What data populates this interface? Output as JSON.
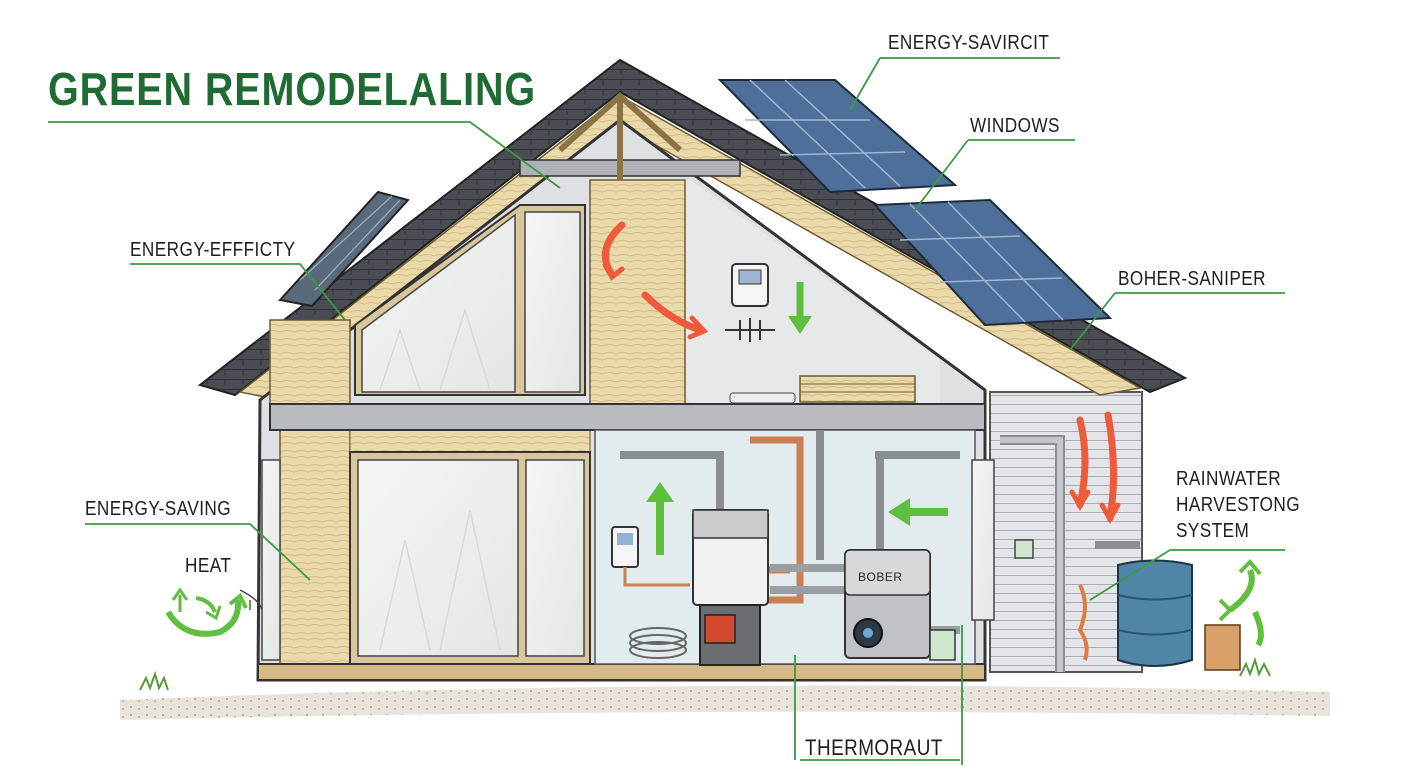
{
  "title": "GREEN REMODELALING",
  "labels": {
    "energy_savircit": "ENERGY-SAVIRCIT",
    "windows": "WINDOWS",
    "energy_efficty": "ENERGY-EFFFICTY",
    "boher_saniper": "BOHER-SANIPER",
    "rainwater_line1": "RAINWATER",
    "rainwater_line2": "HARVESTONG",
    "rainwater_line3": "SYSTEM",
    "energy_saving": "ENERGY-SAVING",
    "heat": "HEAT",
    "thermoraut": "THERMORAUT"
  },
  "boiler_text": "BOBER",
  "colors": {
    "title_green": "#1f6b33",
    "leader_green": "#3a9a3f",
    "arrow_red": "#ef5a3a",
    "arrow_green": "#5fbf3f",
    "insulation": "#e9d7a6",
    "roof": "#4b4f55",
    "solar": "#4d6f9a",
    "wall_gray": "#dcdde0"
  },
  "icons": [
    "solar-panel-icon",
    "thermostat-icon",
    "boiler-icon",
    "water-heater-icon",
    "rain-barrel-icon",
    "heat-cycle-icon",
    "down-arrow-icon",
    "up-arrow-icon"
  ]
}
